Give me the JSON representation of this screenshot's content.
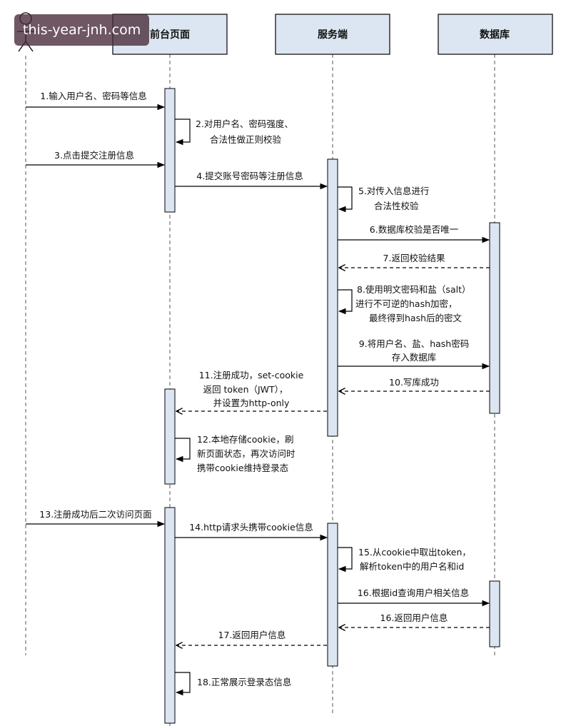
{
  "participants": [
    {
      "id": "frontend",
      "label": "前台页面"
    },
    {
      "id": "server",
      "label": "服务端"
    },
    {
      "id": "database",
      "label": "数据库"
    }
  ],
  "messages": [
    {
      "from": "user",
      "to": "frontend",
      "style": "solid",
      "lines": [
        "1.输入用户名、密码等信息"
      ]
    },
    {
      "from": "frontend",
      "to": "frontend",
      "style": "self",
      "lines": [
        "2.对用户名、密码强度、",
        "合法性做正则校验"
      ]
    },
    {
      "from": "user",
      "to": "frontend",
      "style": "solid",
      "lines": [
        "3.点击提交注册信息"
      ]
    },
    {
      "from": "frontend",
      "to": "server",
      "style": "solid",
      "lines": [
        "4.提交账号密码等注册信息"
      ]
    },
    {
      "from": "server",
      "to": "server",
      "style": "self",
      "lines": [
        "5.对传入信息进行",
        "合法性校验"
      ]
    },
    {
      "from": "server",
      "to": "database",
      "style": "solid",
      "lines": [
        "6.数据库校验是否唯一"
      ]
    },
    {
      "from": "database",
      "to": "server",
      "style": "dashed",
      "lines": [
        "7.返回校验结果"
      ]
    },
    {
      "from": "server",
      "to": "server",
      "style": "self",
      "lines": [
        "8.使用明文密码和盐（salt）",
        "进行不可逆的hash加密，",
        "最终得到hash后的密文"
      ]
    },
    {
      "from": "server",
      "to": "database",
      "style": "solid",
      "lines": [
        "9.将用户名、盐、hash密码",
        "存入数据库"
      ]
    },
    {
      "from": "database",
      "to": "server",
      "style": "dashed",
      "lines": [
        "10.写库成功"
      ]
    },
    {
      "from": "server",
      "to": "frontend",
      "style": "dashed",
      "lines": [
        "11.注册成功，set-cookie",
        "返回 token（JWT），",
        "并设置为http-only"
      ]
    },
    {
      "from": "frontend",
      "to": "frontend",
      "style": "self",
      "lines": [
        "12.本地存储cookie，刷",
        "新页面状态，再次访问时",
        "携带cookie维持登录态"
      ]
    },
    {
      "from": "user",
      "to": "frontend",
      "style": "solid",
      "lines": [
        "13.注册成功后二次访问页面"
      ]
    },
    {
      "from": "frontend",
      "to": "server",
      "style": "solid",
      "lines": [
        "14.http请求头携带cookie信息"
      ]
    },
    {
      "from": "server",
      "to": "server",
      "style": "self",
      "lines": [
        "15.从cookie中取出token，",
        "解析token中的用户名和id"
      ]
    },
    {
      "from": "server",
      "to": "database",
      "style": "solid",
      "lines": [
        "16.根据id查询用户相关信息"
      ]
    },
    {
      "from": "database",
      "to": "server",
      "style": "dashed",
      "lines": [
        "16.返回用户信息"
      ]
    },
    {
      "from": "server",
      "to": "frontend",
      "style": "dashed",
      "lines": [
        "17.返回用户信息"
      ]
    },
    {
      "from": "frontend",
      "to": "frontend",
      "style": "self",
      "lines": [
        "18.正常展示登录态信息"
      ]
    }
  ],
  "watermark": "this-year-jnh.com",
  "colors": {
    "participant_fill": "#dce6f2",
    "activation_fill": "#dce6f2",
    "stroke": "#000000",
    "lifeline": "#555555",
    "watermark_bg": "#46283780"
  }
}
